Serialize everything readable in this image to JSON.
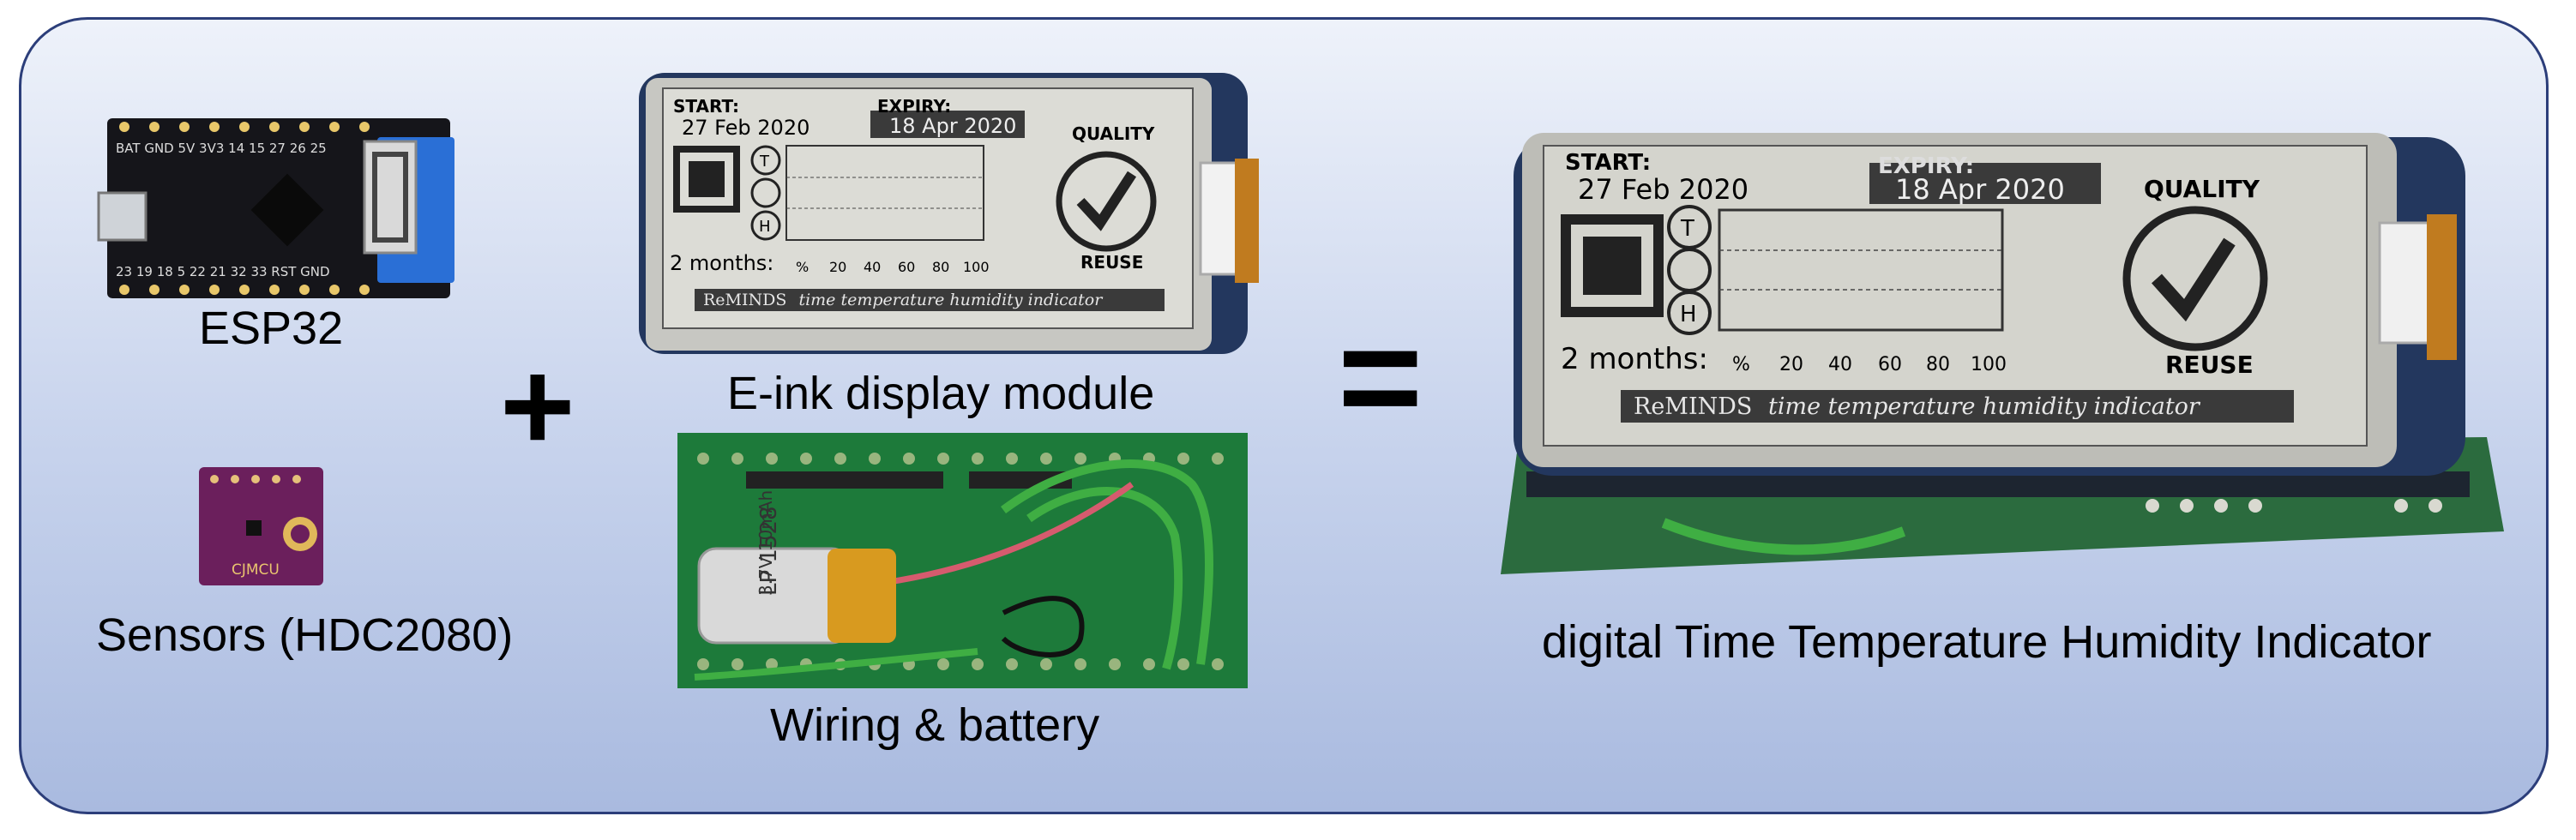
{
  "components": {
    "esp32": {
      "label": "ESP32"
    },
    "sensors": {
      "label": "Sensors (HDC2080)"
    },
    "eink": {
      "label": "E-ink display module"
    },
    "wiring": {
      "label": "Wiring & battery"
    },
    "result": {
      "label": "digital Time Temperature Humidity Indicator"
    }
  },
  "operators": {
    "plus": "+",
    "equals": "="
  },
  "display": {
    "start_label": "START:",
    "start_date": "27 Feb 2020",
    "expiry_label": "EXPIRY:",
    "expiry_date": "18 Apr 2020",
    "quality": "QUALITY",
    "reuse": "REUSE",
    "duration": "2 months:",
    "scale": [
      "%",
      "20",
      "40",
      "60",
      "80",
      "100"
    ],
    "rows": [
      "T",
      "",
      "H"
    ],
    "footer_brand": "ReMINDS",
    "footer_text": "time temperature humidity indicator"
  },
  "board_text": {
    "esp_top": "BAT GND 5V 3V3 14 15 27 26 25",
    "esp_bottom": "23 19 18 5 22 21 32 33 RST GND",
    "sensor_brand": "CJMCU",
    "battery_line1": "3.7V 10mAh",
    "battery_line2": "LP 1528"
  }
}
